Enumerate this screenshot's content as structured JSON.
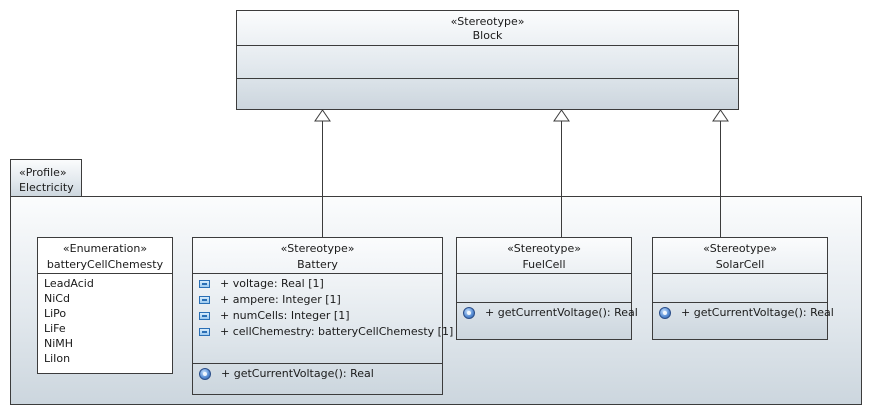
{
  "block": {
    "stereotype": "«Stereotype»",
    "name": "Block"
  },
  "profile": {
    "stereotype": "«Profile»",
    "name": "Electricity"
  },
  "enumeration": {
    "stereotype": "«Enumeration»",
    "name": "batteryCellChemesty",
    "literals": [
      "LeadAcid",
      "NiCd",
      "LiPo",
      "LiFe",
      "NiMH",
      "LiIon"
    ]
  },
  "battery": {
    "stereotype": "«Stereotype»",
    "name": "Battery",
    "attributes": [
      "+ voltage: Real [1]",
      "+ ampere: Integer [1]",
      "+ numCells: Integer [1]",
      "+ cellChemestry: batteryCellChemesty [1]"
    ],
    "operations": [
      "+ getCurrentVoltage(): Real"
    ]
  },
  "fuelcell": {
    "stereotype": "«Stereotype»",
    "name": "FuelCell",
    "operations": [
      "+ getCurrentVoltage(): Real"
    ]
  },
  "solarcell": {
    "stereotype": "«Stereotype»",
    "name": "SolarCell",
    "operations": [
      "+ getCurrentVoltage(): Real"
    ]
  },
  "icons": {
    "attribute": "attribute-icon",
    "operation": "operation-icon"
  },
  "colors": {
    "border": "#3c3c3c",
    "fill_top": "#fbfcfd",
    "fill_bottom": "#ccd6de",
    "icon_blue": "#2a6fb5"
  }
}
